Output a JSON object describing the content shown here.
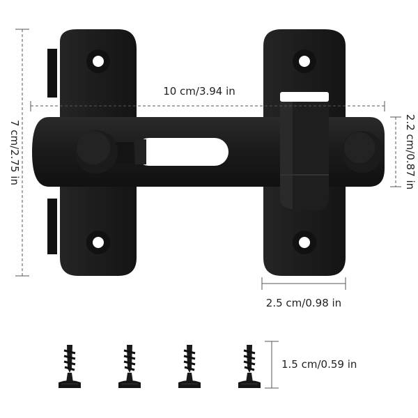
{
  "dimensions": {
    "width_label": "10 cm/3.94 in",
    "height_label": "7 cm/2.75 in",
    "bolt_height_label": "2.2 cm/0.87 in",
    "plate_width_label": "2.5 cm/0.98 in",
    "screw_length_label": "1.5 cm/0.59 in"
  },
  "colors": {
    "metal": "#1b1b1b",
    "metal_edge": "#2e2e2e",
    "dim_line": "#555555",
    "background": "#ffffff"
  },
  "screw_count": 4
}
